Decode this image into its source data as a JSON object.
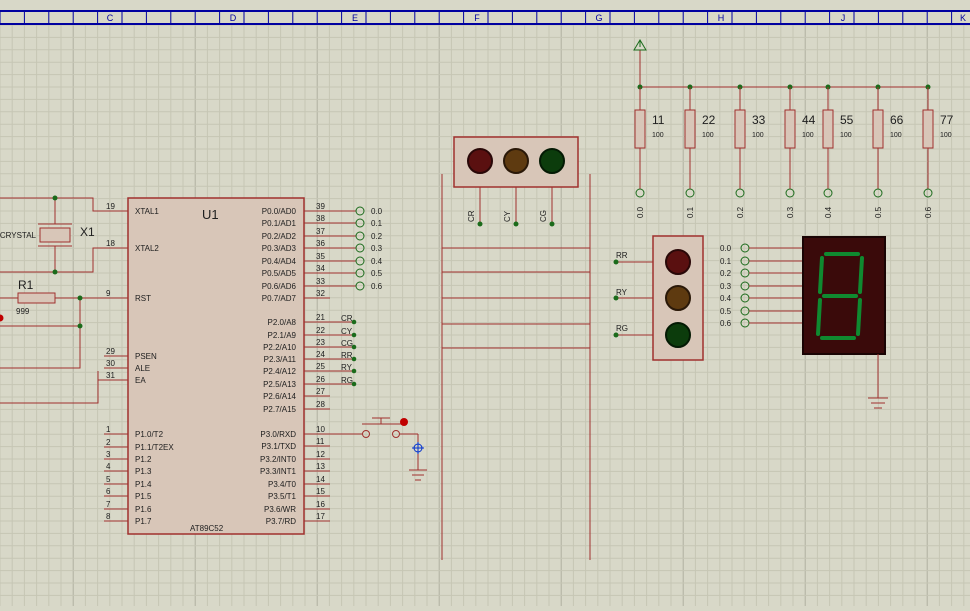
{
  "colors": {
    "background": "#d8d8c8",
    "grid_minor": "#c6c6b4",
    "grid_major": "#b0b0a0",
    "border": "#0000a0",
    "wire": "#a0302e",
    "junction": "#1b6b1b",
    "body": "#d8c6b8",
    "lamp_red": "#5a1010",
    "lamp_yellow": "#5e3a10",
    "lamp_green": "#0c3c0c",
    "seg_bg": "#3a0a0a",
    "seg_on": "#0f8a30"
  },
  "border_columns": [
    "C",
    "D",
    "E",
    "F",
    "G",
    "H",
    "J",
    "K"
  ],
  "chip": {
    "ref": "U1",
    "part": "AT89C52",
    "left_pins": [
      {
        "num": "19",
        "name": "XTAL1"
      },
      {
        "num": "18",
        "name": "XTAL2"
      },
      {
        "num": "9",
        "name": "RST"
      },
      {
        "num": "29",
        "name": "PSEN"
      },
      {
        "num": "30",
        "name": "ALE"
      },
      {
        "num": "31",
        "name": "EA"
      },
      {
        "num": "1",
        "name": "P1.0/T2"
      },
      {
        "num": "2",
        "name": "P1.1/T2EX"
      },
      {
        "num": "3",
        "name": "P1.2"
      },
      {
        "num": "4",
        "name": "P1.3"
      },
      {
        "num": "5",
        "name": "P1.4"
      },
      {
        "num": "6",
        "name": "P1.5"
      },
      {
        "num": "7",
        "name": "P1.6"
      },
      {
        "num": "8",
        "name": "P1.7"
      }
    ],
    "right_pins": [
      {
        "num": "39",
        "name": "P0.0/AD0"
      },
      {
        "num": "38",
        "name": "P0.1/AD1"
      },
      {
        "num": "37",
        "name": "P0.2/AD2"
      },
      {
        "num": "36",
        "name": "P0.3/AD3"
      },
      {
        "num": "35",
        "name": "P0.4/AD4"
      },
      {
        "num": "34",
        "name": "P0.5/AD5"
      },
      {
        "num": "33",
        "name": "P0.6/AD6"
      },
      {
        "num": "32",
        "name": "P0.7/AD7"
      },
      {
        "num": "21",
        "name": "P2.0/A8"
      },
      {
        "num": "22",
        "name": "P2.1/A9"
      },
      {
        "num": "23",
        "name": "P2.2/A10"
      },
      {
        "num": "24",
        "name": "P2.3/A11"
      },
      {
        "num": "25",
        "name": "P2.4/A12"
      },
      {
        "num": "26",
        "name": "P2.5/A13"
      },
      {
        "num": "27",
        "name": "P2.6/A14"
      },
      {
        "num": "28",
        "name": "P2.7/A15"
      },
      {
        "num": "10",
        "name": "P3.0/RXD"
      },
      {
        "num": "11",
        "name": "P3.1/TXD"
      },
      {
        "num": "12",
        "name": "P3.2/INT0"
      },
      {
        "num": "13",
        "name": "P3.3/INT1"
      },
      {
        "num": "14",
        "name": "P3.4/T0"
      },
      {
        "num": "15",
        "name": "P3.5/T1"
      },
      {
        "num": "16",
        "name": "P3.6/WR"
      },
      {
        "num": "17",
        "name": "P3.7/RD"
      }
    ]
  },
  "p0_labels": [
    "0.0",
    "0.1",
    "0.2",
    "0.3",
    "0.4",
    "0.5",
    "0.6"
  ],
  "p2_labels": [
    "CR",
    "CY",
    "CG",
    "RR",
    "RY",
    "RG"
  ],
  "crystal": {
    "ref": "X1",
    "value": "CRYSTAL"
  },
  "reset_resistor": {
    "ref": "R1",
    "value": "999"
  },
  "resistors": [
    {
      "ref": "11",
      "value": "100"
    },
    {
      "ref": "22",
      "value": "100"
    },
    {
      "ref": "33",
      "value": "100"
    },
    {
      "ref": "44",
      "value": "100"
    },
    {
      "ref": "55",
      "value": "100"
    },
    {
      "ref": "66",
      "value": "100"
    },
    {
      "ref": "77",
      "value": "100"
    }
  ],
  "resistor_terminals": [
    "0.0",
    "0.1",
    "0.2",
    "0.3",
    "0.4",
    "0.5",
    "0.6"
  ],
  "top_lamp_labels": [
    "CR",
    "CY",
    "CG"
  ],
  "side_lamp_labels": [
    "RR",
    "RY",
    "RG"
  ],
  "seg_inputs": [
    "0.0",
    "0.1",
    "0.2",
    "0.3",
    "0.4",
    "0.5",
    "0.6"
  ]
}
